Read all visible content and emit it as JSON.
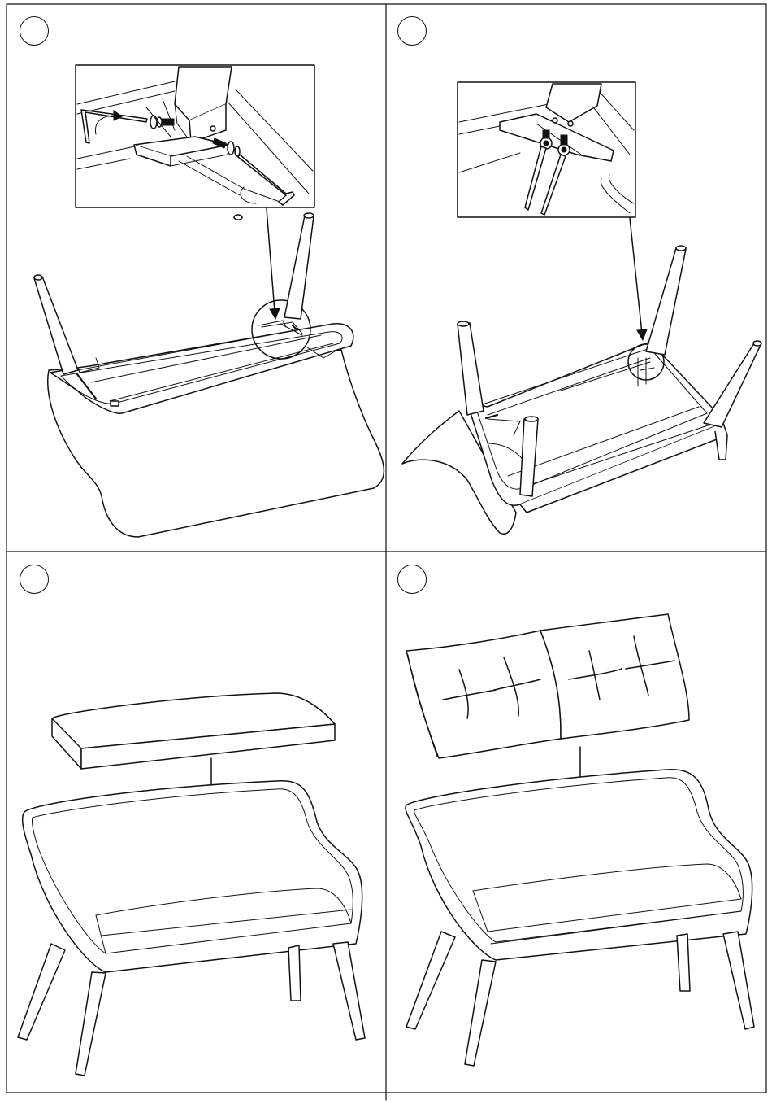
{
  "document": {
    "type": "assembly-instructions",
    "steps": [
      {
        "id": "step-1",
        "number": ""
      },
      {
        "id": "step-2",
        "number": ""
      },
      {
        "id": "step-3",
        "number": ""
      },
      {
        "id": "step-4",
        "number": ""
      }
    ]
  }
}
